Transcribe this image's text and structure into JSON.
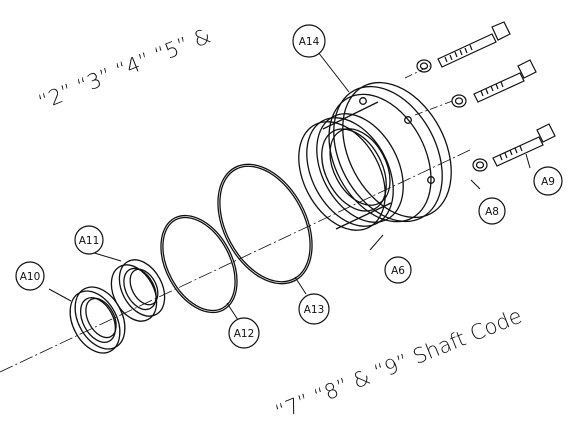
{
  "notes": {
    "top": "“2” “3” “4” “5” &",
    "bottom": "“7” “8” & “9” Shaft Code"
  },
  "callouts": {
    "A14": "A14",
    "A11": "A11",
    "A10": "A10",
    "A12": "A12",
    "A13": "A13",
    "A6": "A6",
    "A8": "A8",
    "A9": "A9"
  }
}
